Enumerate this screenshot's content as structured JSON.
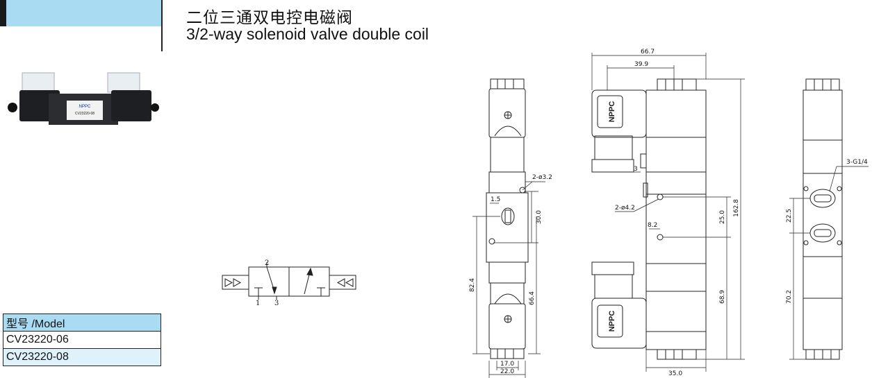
{
  "title": {
    "cn": "二位三通双电控电磁阀",
    "en": "3/2-way solenoid valve double coil"
  },
  "models": {
    "header": "型号 /Model",
    "items": [
      "CV23220-06",
      "CV23220-08"
    ]
  },
  "photo_label": {
    "brand": "NPPC",
    "model": "CV23220-08"
  },
  "symbol": {
    "port_top": "2",
    "port_bottom_left": "1",
    "port_bottom_right": "3"
  },
  "front_view": {
    "d1": "2-ø3.2",
    "d2": "1.5",
    "d3": "30.0",
    "d4": "82.4",
    "d5": "66.4",
    "d6": "17.0",
    "d7": "22.0"
  },
  "side_view": {
    "d1": "66.7",
    "d2": "39.9",
    "d3": "3",
    "d4": "2-ø4.2",
    "d5": "8.2",
    "d6": "25.0",
    "d7": "162.8",
    "d8": "68.9",
    "d9": "35.0",
    "coil_brand": "NPPC"
  },
  "right_view": {
    "d1": "3-G1/4",
    "d2": "22.5",
    "d3": "70.2"
  }
}
